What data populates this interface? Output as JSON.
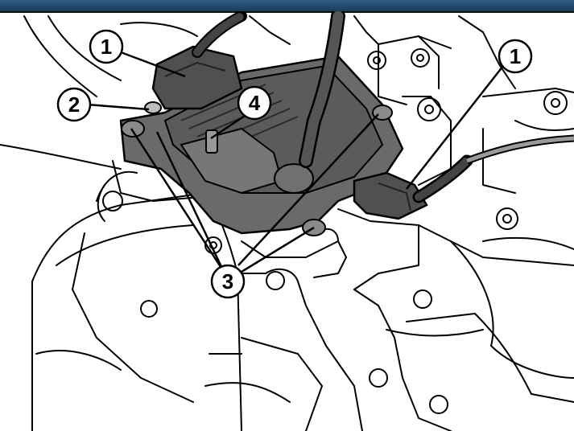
{
  "callouts": {
    "c1_left": "1",
    "c1_right": "1",
    "c2": "2",
    "c3": "3",
    "c4": "4"
  },
  "colors": {
    "header_bar": "#264d72",
    "line": "#000000",
    "module_fill": "#5a5a5a",
    "module_dark": "#3a3a3a",
    "background": "#ffffff"
  },
  "icons": [
    "connector-harness",
    "control-module",
    "mounting-bolt"
  ]
}
